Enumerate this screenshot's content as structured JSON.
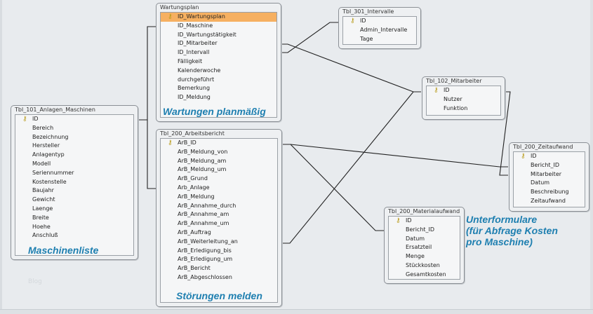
{
  "tables": {
    "wartungsplan": {
      "title": "Wartungsplan",
      "caption": "Wartungen planmäßig",
      "fields": [
        "ID_Wartungsplan",
        "ID_Maschine",
        "ID_Wartungstätigkeit",
        "ID_Mitarbeiter",
        "ID_Intervall",
        "Fälligkeit",
        "Kalenderwoche",
        "durchgeführt",
        "Bemerkung",
        "ID_Meldung"
      ],
      "primary_key": "ID_Wartungsplan",
      "selected_field": "ID_Wartungsplan"
    },
    "anlagen_maschinen": {
      "title": "Tbl_101_Anlagen_Maschinen",
      "caption": "Maschinenliste",
      "fields": [
        "ID",
        "Bereich",
        "Bezeichnung",
        "Hersteller",
        "Anlagentyp",
        "Modell",
        "Seriennummer",
        "Kostenstelle",
        "Baujahr",
        "Gewicht",
        "Laenge",
        "Breite",
        "Hoehe",
        "Anschluß"
      ],
      "primary_key": "ID"
    },
    "arbeitsbericht": {
      "title": "Tbl_200_Arbeitsbericht",
      "caption": "Störungen melden",
      "fields": [
        "ArB_ID",
        "ArB_Meldung_von",
        "ArB_Meldung_am",
        "ArB_Meldung_um",
        "ArB_Grund",
        "Arb_Anlage",
        "ArB_Meldung",
        "ArB_Annahme_durch",
        "ArB_Annahme_am",
        "ArB_Annahme_um",
        "ArB_Auftrag",
        "ArB_Weiterleitung_an",
        "ArB_Erledigung_bis",
        "ArB_Erledigung_um",
        "ArB_Bericht",
        "ArB_Abgeschlossen"
      ],
      "primary_key": "ArB_ID"
    },
    "intervalle": {
      "title": "Tbl_301_Intervalle",
      "fields": [
        "ID",
        "Admin_Intervalle",
        "Tage"
      ],
      "primary_key": "ID"
    },
    "mitarbeiter": {
      "title": "Tbl_102_Mitarbeiter",
      "fields": [
        "ID",
        "Nutzer",
        "Funktion"
      ],
      "primary_key": "ID"
    },
    "zeitaufwand": {
      "title": "Tbl_200_Zeitaufwand",
      "fields": [
        "ID",
        "Bericht_ID",
        "Mitarbeiter",
        "Datum",
        "Beschreibung",
        "Zeitaufwand"
      ],
      "primary_key": "ID"
    },
    "materialaufwand": {
      "title": "Tbl_200_Materialaufwand",
      "fields": [
        "ID",
        "Bericht_ID",
        "Datum",
        "Ersatzteil",
        "Menge",
        "Stückkosten",
        "Gesamtkosten"
      ],
      "primary_key": "ID"
    }
  },
  "annotations": {
    "unterformulare": [
      "Unterformulare",
      "(für Abfrage Kosten",
      "pro Maschine)"
    ]
  },
  "watermark": "Blog",
  "relationships": [
    {
      "from": "anlagen_maschinen.ID",
      "to": "wartungsplan.ID_Maschine"
    },
    {
      "from": "anlagen_maschinen.ID",
      "to": "arbeitsbericht.Arb_Anlage"
    },
    {
      "from": "wartungsplan.ID_Intervall",
      "to": "intervalle.ID"
    },
    {
      "from": "wartungsplan.ID_Mitarbeiter",
      "to": "mitarbeiter.ID"
    },
    {
      "from": "arbeitsbericht.ArB_ID",
      "to": "zeitaufwand.Bericht_ID"
    },
    {
      "from": "arbeitsbericht.ArB_ID",
      "to": "materialaufwand.Bericht_ID"
    },
    {
      "from": "arbeitsbericht.ArB_Weiterleitung_an",
      "to": "mitarbeiter.ID"
    },
    {
      "from": "zeitaufwand.Mitarbeiter",
      "to": "mitarbeiter.ID"
    }
  ],
  "colors": {
    "background": "#e8ebee",
    "selected_row": "#f6b061",
    "caption": "#1e7fb0",
    "key_icon": "#b89a18"
  }
}
